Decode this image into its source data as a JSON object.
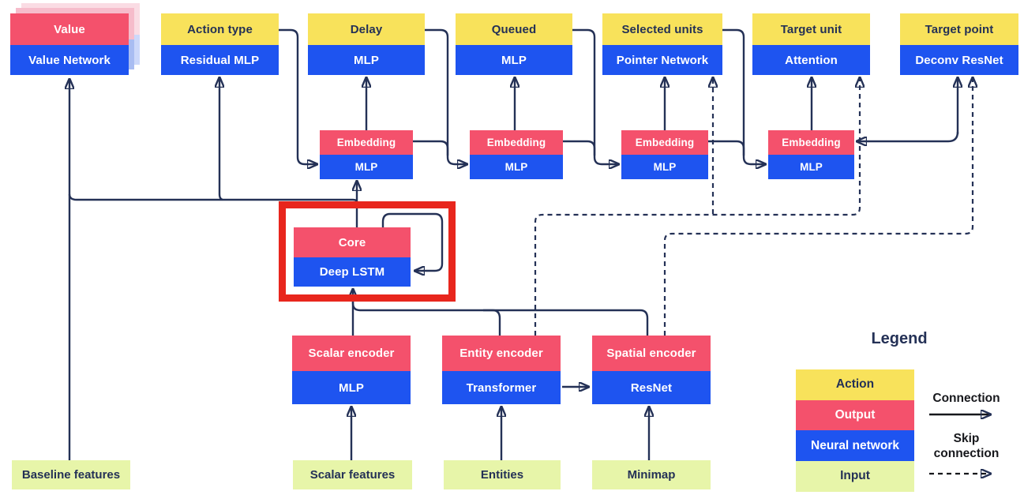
{
  "diagram": {
    "heads": [
      {
        "label": "Value",
        "network": "Value Network"
      },
      {
        "label": "Action type",
        "network": "Residual MLP"
      },
      {
        "label": "Delay",
        "network": "MLP"
      },
      {
        "label": "Queued",
        "network": "MLP"
      },
      {
        "label": "Selected units",
        "network": "Pointer Network"
      },
      {
        "label": "Target unit",
        "network": "Attention"
      },
      {
        "label": "Target point",
        "network": "Deconv ResNet"
      }
    ],
    "embeddings": [
      {
        "label": "Embedding",
        "network": "MLP"
      },
      {
        "label": "Embedding",
        "network": "MLP"
      },
      {
        "label": "Embedding",
        "network": "MLP"
      },
      {
        "label": "Embedding",
        "network": "MLP"
      }
    ],
    "core": {
      "label": "Core",
      "network": "Deep LSTM"
    },
    "encoders": [
      {
        "label": "Scalar encoder",
        "network": "MLP"
      },
      {
        "label": "Entity encoder",
        "network": "Transformer"
      },
      {
        "label": "Spatial encoder",
        "network": "ResNet"
      }
    ],
    "inputs": [
      "Baseline features",
      "Scalar features",
      "Entities",
      "Minimap"
    ]
  },
  "legend": {
    "title": "Legend",
    "items": [
      {
        "label": "Action"
      },
      {
        "label": "Output"
      },
      {
        "label": "Neural network"
      },
      {
        "label": "Input"
      }
    ],
    "connection_label": "Connection",
    "skip_connection_label": "Skip connection"
  },
  "colors": {
    "yellow": "#F8E25B",
    "pink": "#F4516C",
    "blue": "#1E54F0",
    "green": "#E7F5A9",
    "navy": "#243156",
    "red-highlight": "#E8261D",
    "legend-arrow": "#17181C",
    "shadow-pink-1": "#F6BCCB",
    "shadow-pink-2": "#FADCE4",
    "shadow-blue-1": "#A9BDF2",
    "shadow-blue-2": "#CCD8FA"
  }
}
